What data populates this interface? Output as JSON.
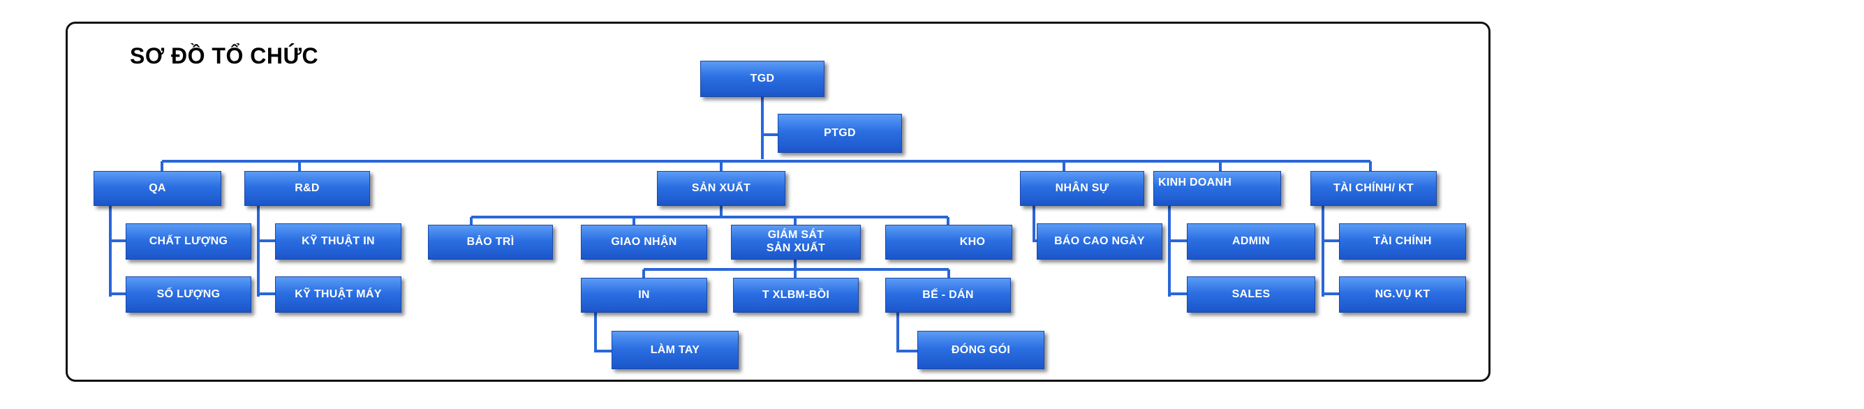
{
  "diagram": {
    "title": "SƠ ĐỒ TỔ CHỨC",
    "nodes": {
      "tgd": "TGD",
      "ptgd": "PTGD",
      "qa": "QA",
      "rd": "R&D",
      "san_xuat": "SẢN XUẤT",
      "nhan_su": "NHÂN SỰ",
      "kinh_doanh": "KINH DOANH",
      "tai_chinh_kt": "TÀI CHÍNH/ KT",
      "chat_luong": "CHẤT LƯỢNG",
      "so_luong": "SỐ LƯỢNG",
      "ky_thuat_in": "KỸ THUẬT IN",
      "ky_thuat_may": "KỸ THUẬT MÁY",
      "bao_tri": "BẢO TRÌ",
      "giao_nhan": "GIAO NHẬN",
      "giam_sat_san_xuat": "GIÁM SÁT\nSẢN XUẤT",
      "kho": "KHO",
      "bao_cao_ngay": "BÁO CAO NGÀY",
      "admin": "ADMIN",
      "sales": "SALES",
      "tai_chinh": "TÀI CHÍNH",
      "ng_vu_kt": "NG.VỤ KT",
      "in": "IN",
      "t_xlbm_boi": "T XLBM-BỒI",
      "be_dan": "BẾ - DÁN",
      "lam_tay": "LÀM TAY",
      "dong_goi": "ĐÓNG GÓI"
    },
    "colors": {
      "box": "#2b6fe3",
      "line": "#2a66d8",
      "frame": "#111111"
    }
  }
}
